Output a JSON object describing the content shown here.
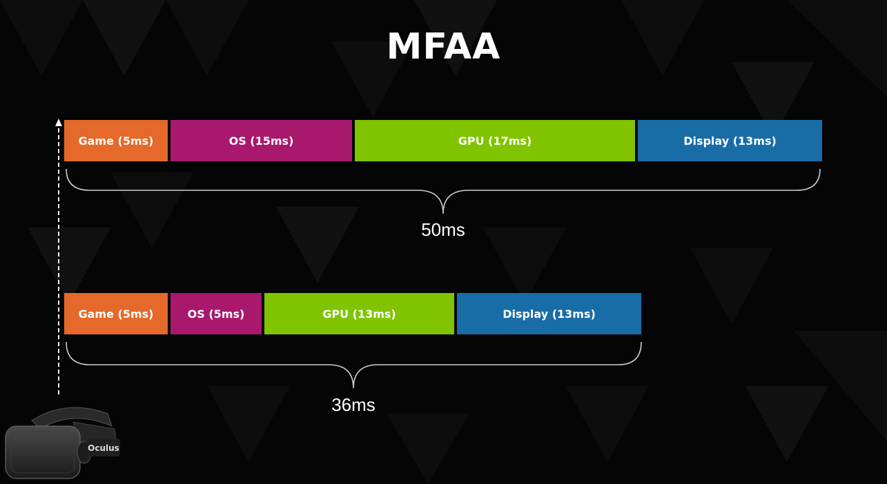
{
  "title": "MFAA",
  "pipelines": [
    {
      "segments": [
        {
          "label": "Game (5ms)",
          "color": "#e4692a"
        },
        {
          "label": "OS (15ms)",
          "color": "#a8196e"
        },
        {
          "label": "GPU (17ms)",
          "color": "#80c400"
        },
        {
          "label": "Display (13ms)",
          "color": "#186da6"
        }
      ],
      "total": "50ms"
    },
    {
      "segments": [
        {
          "label": "Game (5ms)",
          "color": "#e4692a"
        },
        {
          "label": "OS (5ms)",
          "color": "#a8196e"
        },
        {
          "label": "GPU (13ms)",
          "color": "#80c400"
        },
        {
          "label": "Display (13ms)",
          "color": "#186da6"
        }
      ],
      "total": "36ms"
    }
  ],
  "headset": {
    "brand": "Oculus",
    "icon": "vr-headset-icon"
  }
}
